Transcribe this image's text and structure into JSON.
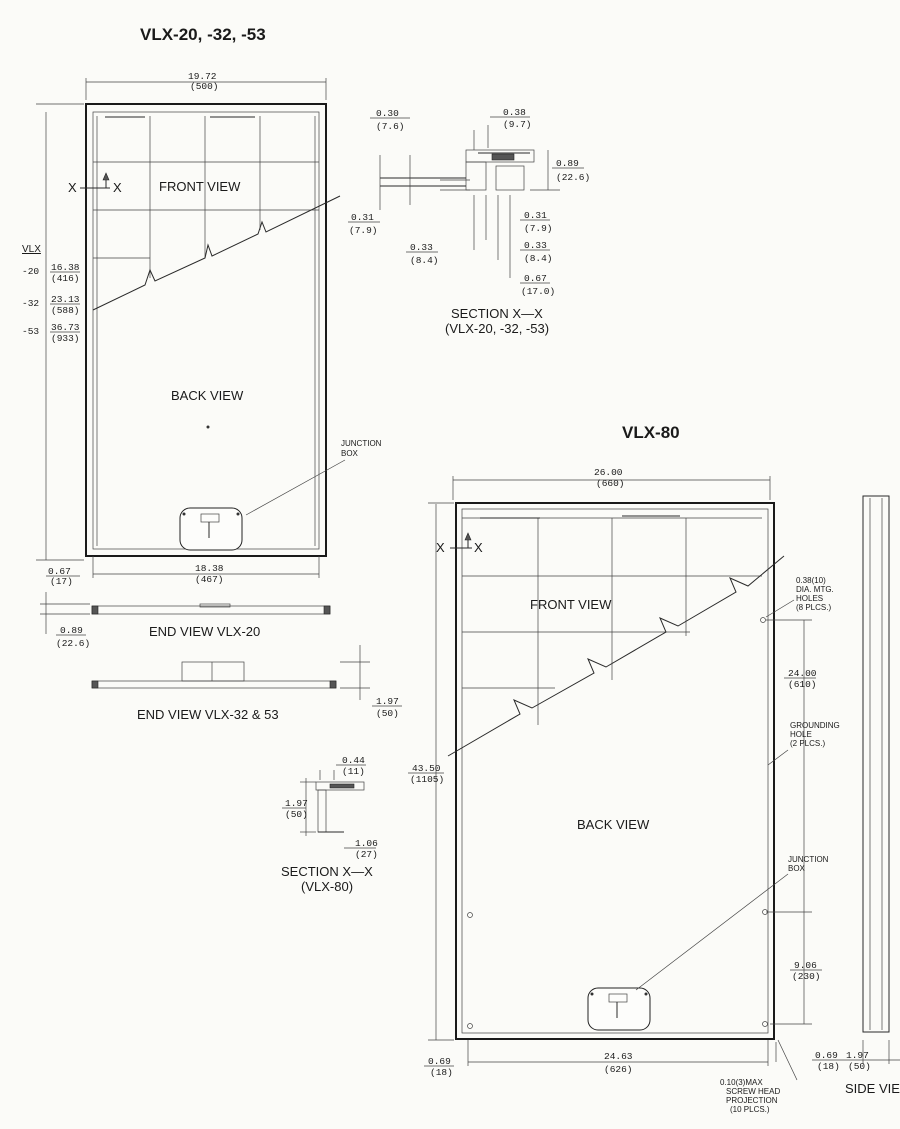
{
  "titles": {
    "vlx_small": "VLX-20, -32, -53",
    "vlx_80": "VLX-80"
  },
  "labels": {
    "front_view": "FRONT VIEW",
    "back_view": "BACK VIEW",
    "end_view_20": "END VIEW  VLX-20",
    "end_view_32_53": "END VIEW  VLX-32 & 53",
    "section_xx": "SECTION X—X",
    "section_small_models": "(VLX-20, -32, -53)",
    "section_80_model": "(VLX-80)",
    "side_view": "SIDE VIEW",
    "vlx_header": "VLX",
    "x": "X",
    "jbox_1": "JUNCTION",
    "jbox_2": "BOX",
    "mtg_1": "0.38(10)",
    "mtg_2": "DIA. MTG.",
    "mtg_3": "HOLES",
    "mtg_4": "(8 PLCS.)",
    "gnd_1": "GROUNDING",
    "gnd_2": "HOLE",
    "gnd_3": "(2 PLCS.)",
    "screw_1": "0.10(3)MAX",
    "screw_2": "SCREW HEAD",
    "screw_3": "PROJECTION",
    "screw_4": "(10 PLCS.)",
    "model_20": "-20",
    "model_32": "-32",
    "model_53": "-53"
  },
  "dims": {
    "w_small_in": "19.72",
    "w_small_mm": "(500)",
    "iw_small_in": "18.38",
    "iw_small_mm": "(467)",
    "edge_small_in": "0.67",
    "edge_small_mm": "(17)",
    "h20_in": "16.38",
    "h20_mm": "(416)",
    "h32_in": "23.13",
    "h32_mm": "(588)",
    "h53_in": "36.73",
    "h53_mm": "(933)",
    "s030_in": "0.30",
    "s030_mm": "(7.6)",
    "s038_in": "0.38",
    "s038_mm": "(9.7)",
    "s089_in": "0.89",
    "s089_mm": "(22.6)",
    "s031a_in": "0.31",
    "s031a_mm": "(7.9)",
    "s031b_in": "0.31",
    "s031b_mm": "(7.9)",
    "s033a_in": "0.33",
    "s033a_mm": "(8.4)",
    "s033b_in": "0.33",
    "s033b_mm": "(8.4)",
    "s067_in": "0.67",
    "s067_mm": "(17.0)",
    "ev_089_in": "0.89",
    "ev_089_mm": "(22.6)",
    "ev_197_in": "1.97",
    "ev_197_mm": "(50)",
    "s80_044_in": "0.44",
    "s80_044_mm": "(11)",
    "s80_197_in": "1.97",
    "s80_197_mm": "(50)",
    "s80_106_in": "1.06",
    "s80_106_mm": "(27)",
    "w80_in": "26.00",
    "w80_mm": "(660)",
    "h80_in": "43.50",
    "h80_mm": "(1105)",
    "hole80_in": "24.00",
    "hole80_mm": "(610)",
    "bot80_in": "9.06",
    "bot80_mm": "(230)",
    "iw80_in": "24.63",
    "iw80_mm": "(626)",
    "e80l_in": "0.69",
    "e80l_mm": "(18)",
    "e80r_in": "0.69",
    "e80r_mm": "(18)",
    "side_in": "1.97",
    "side_mm": "(50)"
  }
}
